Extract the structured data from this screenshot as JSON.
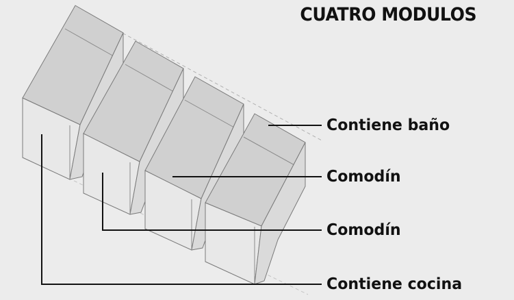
{
  "title": "CUATRO MODULOS",
  "labels": [
    {
      "key": "bath",
      "text": "Contiene baño"
    },
    {
      "key": "wild1",
      "text": "Comodín"
    },
    {
      "key": "wild2",
      "text": "Comodín"
    },
    {
      "key": "kitchen",
      "text": "Contiene cocina"
    }
  ],
  "colors": {
    "background": "#ececec",
    "top_face": "#d2d2d2",
    "front_face": "#e9e9e9",
    "side_face": "#dcdcdc",
    "edge": "#7a7a7a",
    "leader": "#111111"
  }
}
